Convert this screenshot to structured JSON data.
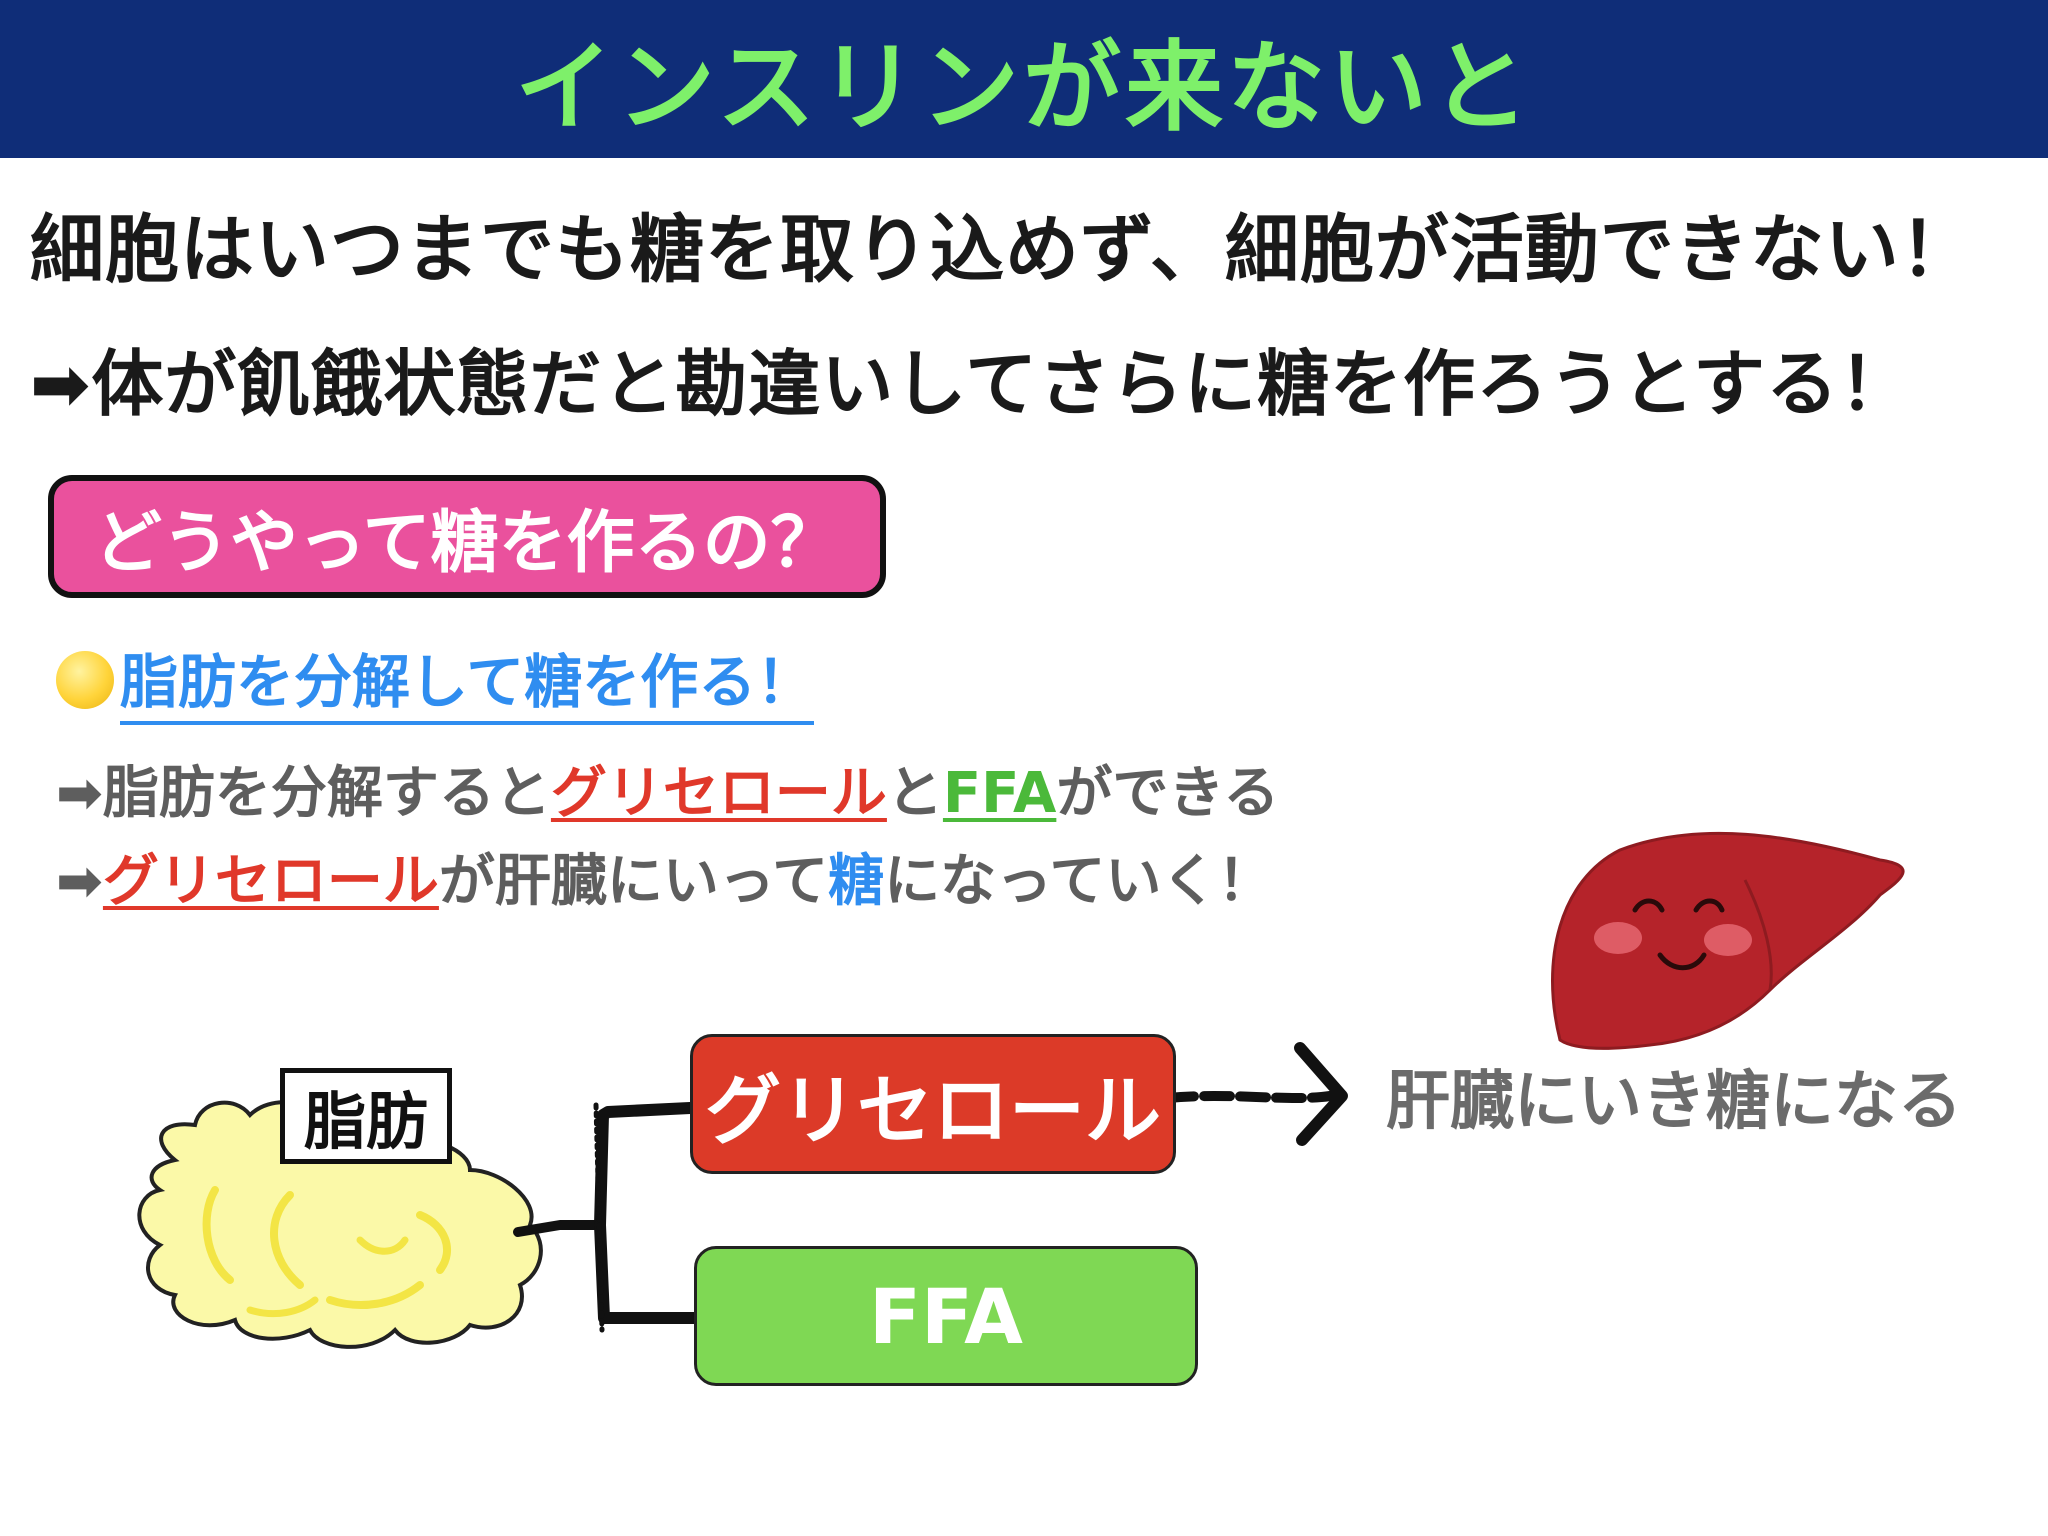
{
  "title": "インスリンが来ないと",
  "lines": {
    "line1": "細胞はいつまでも糖を取り込めず、細胞が活動できない！",
    "line2": "➡体が飢餓状態だと勘違いしてさらに糖を作ろうとする！"
  },
  "question": "どうやって糖を作るの？",
  "subheading": "脂肪を分解して糖を作る！",
  "bullet1": {
    "prefix": "➡脂肪を分解すると",
    "glycerol": "グリセロール",
    "and": "と",
    "ffa": "FFA",
    "suffix": "ができる"
  },
  "bullet2": {
    "prefix": "➡",
    "glycerol": "グリセロール",
    "middle": "が肝臓にいって",
    "sugar": "糖",
    "suffix": "になっていく！"
  },
  "diagram": {
    "fat_label": "脂肪",
    "glycerol_box": "グリセロール",
    "ffa_box": "FFA",
    "liver_text": "肝臓にいき糖になる"
  },
  "colors": {
    "title_bg": "#0f2d78",
    "title_text": "#7ef06a",
    "question_bg": "#ea519d",
    "glycerol": "#dc3a28",
    "ffa": "#7fd854",
    "liver": "#b5232a",
    "fat": "#fbf9a8",
    "blue_text": "#2f8df0"
  },
  "icons": {
    "bullet_dot": "yellow-circle-icon",
    "fat_blob": "fat-cell-blob",
    "liver": "smiling-liver-illustration"
  }
}
